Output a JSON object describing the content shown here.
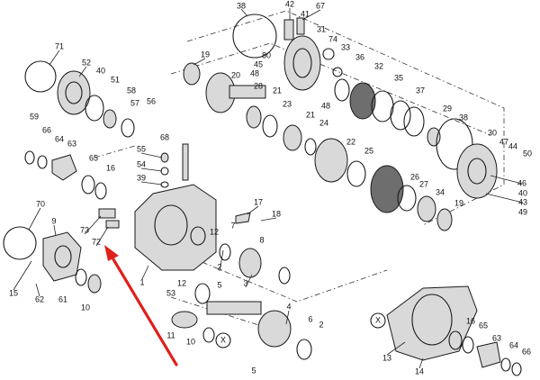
{
  "callouts": [
    {
      "label": "38"
    },
    {
      "label": "42"
    },
    {
      "label": "67"
    },
    {
      "label": "41"
    },
    {
      "label": "31"
    },
    {
      "label": "74"
    },
    {
      "label": "33"
    },
    {
      "label": "19"
    },
    {
      "label": "45"
    },
    {
      "label": "80"
    },
    {
      "label": "48"
    },
    {
      "label": "36"
    },
    {
      "label": "32"
    },
    {
      "label": "20"
    },
    {
      "label": "48"
    },
    {
      "label": "35"
    },
    {
      "label": "28"
    },
    {
      "label": "21"
    },
    {
      "label": "37"
    },
    {
      "label": "23"
    },
    {
      "label": "21"
    },
    {
      "label": "29"
    },
    {
      "label": "38"
    },
    {
      "label": "71"
    },
    {
      "label": "52"
    },
    {
      "label": "40"
    },
    {
      "label": "51"
    },
    {
      "label": "58"
    },
    {
      "label": "57"
    },
    {
      "label": "56"
    },
    {
      "label": "59"
    },
    {
      "label": "66"
    },
    {
      "label": "64"
    },
    {
      "label": "63"
    },
    {
      "label": "65"
    },
    {
      "label": "16"
    },
    {
      "label": "68"
    },
    {
      "label": "55"
    },
    {
      "label": "54"
    },
    {
      "label": "39"
    },
    {
      "label": "24"
    },
    {
      "label": "22"
    },
    {
      "label": "25"
    },
    {
      "label": "30"
    },
    {
      "label": "47"
    },
    {
      "label": "44"
    },
    {
      "label": "50"
    },
    {
      "label": "26"
    },
    {
      "label": "27"
    },
    {
      "label": "34"
    },
    {
      "label": "19"
    },
    {
      "label": "46"
    },
    {
      "label": "40"
    },
    {
      "label": "43"
    },
    {
      "label": "49"
    },
    {
      "label": "70"
    },
    {
      "label": "9"
    },
    {
      "label": "73"
    },
    {
      "label": "72"
    },
    {
      "label": "17"
    },
    {
      "label": "18"
    },
    {
      "label": "12"
    },
    {
      "label": "7"
    },
    {
      "label": "8"
    },
    {
      "label": "15"
    },
    {
      "label": "62"
    },
    {
      "label": "61"
    },
    {
      "label": "10"
    },
    {
      "label": "1"
    },
    {
      "label": "53"
    },
    {
      "label": "12"
    },
    {
      "label": "2"
    },
    {
      "label": "5"
    },
    {
      "label": "3"
    },
    {
      "label": "11"
    },
    {
      "label": "10"
    },
    {
      "label": "4"
    },
    {
      "label": "6"
    },
    {
      "label": "2"
    },
    {
      "label": "5"
    },
    {
      "label": "16"
    },
    {
      "label": "65"
    },
    {
      "label": "63"
    },
    {
      "label": "64"
    },
    {
      "label": "66"
    },
    {
      "label": "13"
    },
    {
      "label": "14"
    }
  ],
  "x_marks": [
    {
      "label": "X"
    },
    {
      "label": "X"
    }
  ],
  "colors": {
    "ink": "#1a1a1a",
    "arrow": "#e0201c",
    "background": "#ffffff"
  }
}
